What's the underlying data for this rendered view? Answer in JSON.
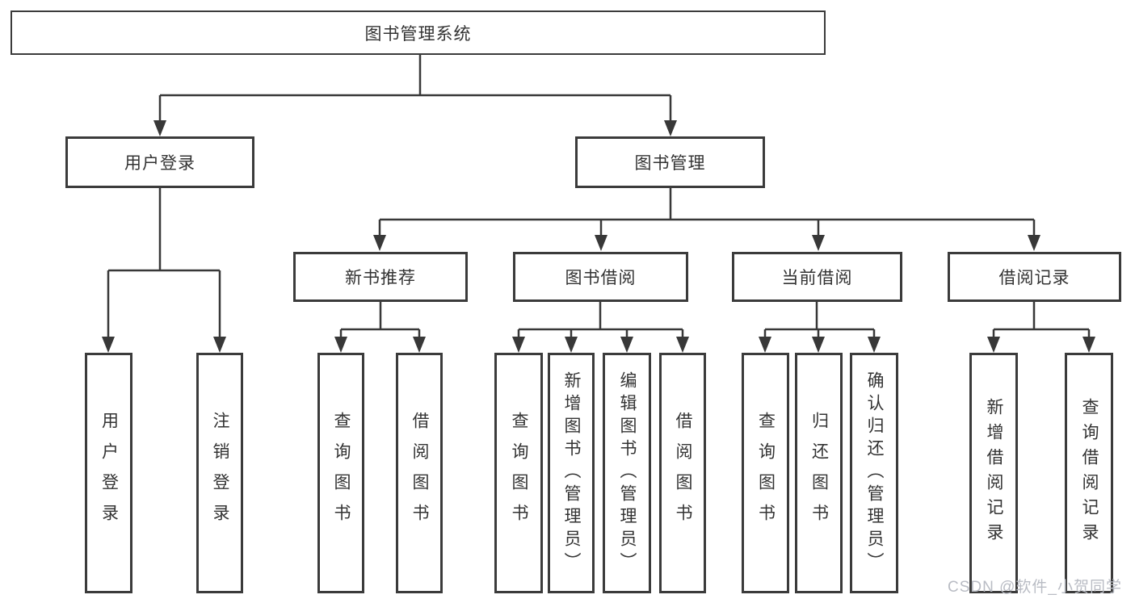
{
  "diagram": {
    "title": "图书管理系统",
    "colors": {
      "border": "#3b3b3b",
      "line": "#383838",
      "text": "#333333",
      "background": "#ffffff",
      "watermark": "#b9bcc4"
    },
    "root": {
      "label": "图书管理系统"
    },
    "level2": [
      {
        "label": "用户登录"
      },
      {
        "label": "图书管理"
      }
    ],
    "level3": [
      {
        "label": "新书推荐"
      },
      {
        "label": "图书借阅"
      },
      {
        "label": "当前借阅"
      },
      {
        "label": "借阅记录"
      }
    ],
    "leaves": [
      {
        "label": "用户登录",
        "parent": "用户登录"
      },
      {
        "label": "注销登录",
        "parent": "用户登录"
      },
      {
        "label": "查询图书",
        "parent": "新书推荐"
      },
      {
        "label": "借阅图书",
        "parent": "新书推荐"
      },
      {
        "label": "查询图书",
        "parent": "图书借阅"
      },
      {
        "label": "新增图书（管理员）",
        "parent": "图书借阅"
      },
      {
        "label": "编辑图书（管理员）",
        "parent": "图书借阅"
      },
      {
        "label": "借阅图书",
        "parent": "图书借阅"
      },
      {
        "label": "查询图书",
        "parent": "当前借阅"
      },
      {
        "label": "归还图书",
        "parent": "当前借阅"
      },
      {
        "label": "确认归还（管理员）",
        "parent": "当前借阅"
      },
      {
        "label": "新增借阅记录",
        "parent": "借阅记录"
      },
      {
        "label": "查询借阅记录",
        "parent": "借阅记录"
      }
    ],
    "watermark": "CSDN @软件_小贺同学"
  }
}
